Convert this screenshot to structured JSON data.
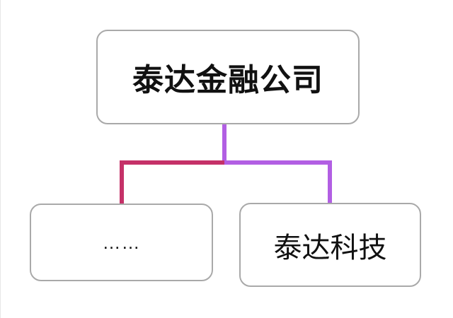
{
  "diagram": {
    "type": "org-chart",
    "root": {
      "label": "泰达金融公司"
    },
    "children": [
      {
        "label": "……",
        "branch_color": "#c53168",
        "branch_side": "left"
      },
      {
        "label": "泰达科技",
        "branch_color": "#b25fe3",
        "branch_side": "right"
      }
    ]
  },
  "colors": {
    "branch_left": "#c53168",
    "branch_right": "#b25fe3",
    "node_border": "#a9a9a9",
    "node_bg": "#ffffff",
    "canvas_bg": "#ffffff",
    "text": "#111111"
  }
}
